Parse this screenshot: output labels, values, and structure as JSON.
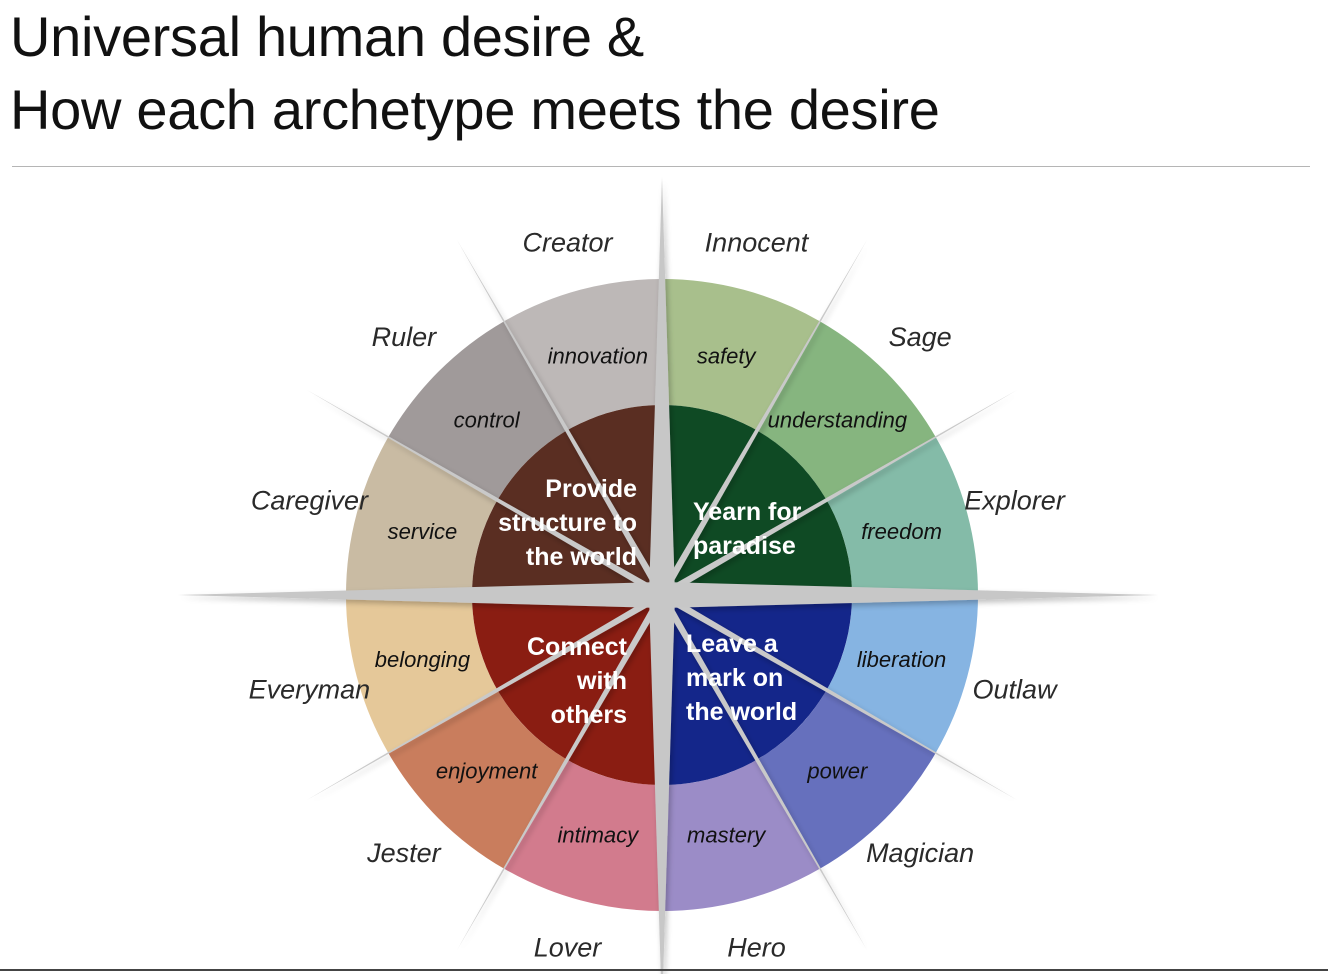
{
  "title": {
    "line1": "Universal human desire &",
    "line2": "How each archetype meets the desire"
  },
  "quadrants": [
    {
      "id": "top-left",
      "lines": [
        "Provide",
        "structure to",
        "the world"
      ],
      "color": "#5a2e22"
    },
    {
      "id": "top-right",
      "lines": [
        "Yearn for",
        "paradise"
      ],
      "color": "#0f4a24"
    },
    {
      "id": "bottom-left",
      "lines": [
        "Connect",
        "with",
        "others"
      ],
      "color": "#8a1d12"
    },
    {
      "id": "bottom-right",
      "lines": [
        "Leave a",
        "mark on",
        "the world"
      ],
      "color": "#14268a"
    }
  ],
  "segments": [
    {
      "archetype": "Innocent",
      "desire": "safety",
      "color": "#a8bf8c"
    },
    {
      "archetype": "Sage",
      "desire": "understanding",
      "color": "#86b57f"
    },
    {
      "archetype": "Explorer",
      "desire": "freedom",
      "color": "#84bba8"
    },
    {
      "archetype": "Outlaw",
      "desire": "liberation",
      "color": "#86b4e2"
    },
    {
      "archetype": "Magician",
      "desire": "power",
      "color": "#6670bd"
    },
    {
      "archetype": "Hero",
      "desire": "mastery",
      "color": "#9b8cc7"
    },
    {
      "archetype": "Lover",
      "desire": "intimacy",
      "color": "#d27b8d"
    },
    {
      "archetype": "Jester",
      "desire": "enjoyment",
      "color": "#c97d5d"
    },
    {
      "archetype": "Everyman",
      "desire": "belonging",
      "color": "#e5c899"
    },
    {
      "archetype": "Caregiver",
      "desire": "service",
      "color": "#c9bba3"
    },
    {
      "archetype": "Ruler",
      "desire": "control",
      "color": "#a09a9a"
    },
    {
      "archetype": "Creator",
      "desire": "innovation",
      "color": "#bdb8b7"
    }
  ]
}
